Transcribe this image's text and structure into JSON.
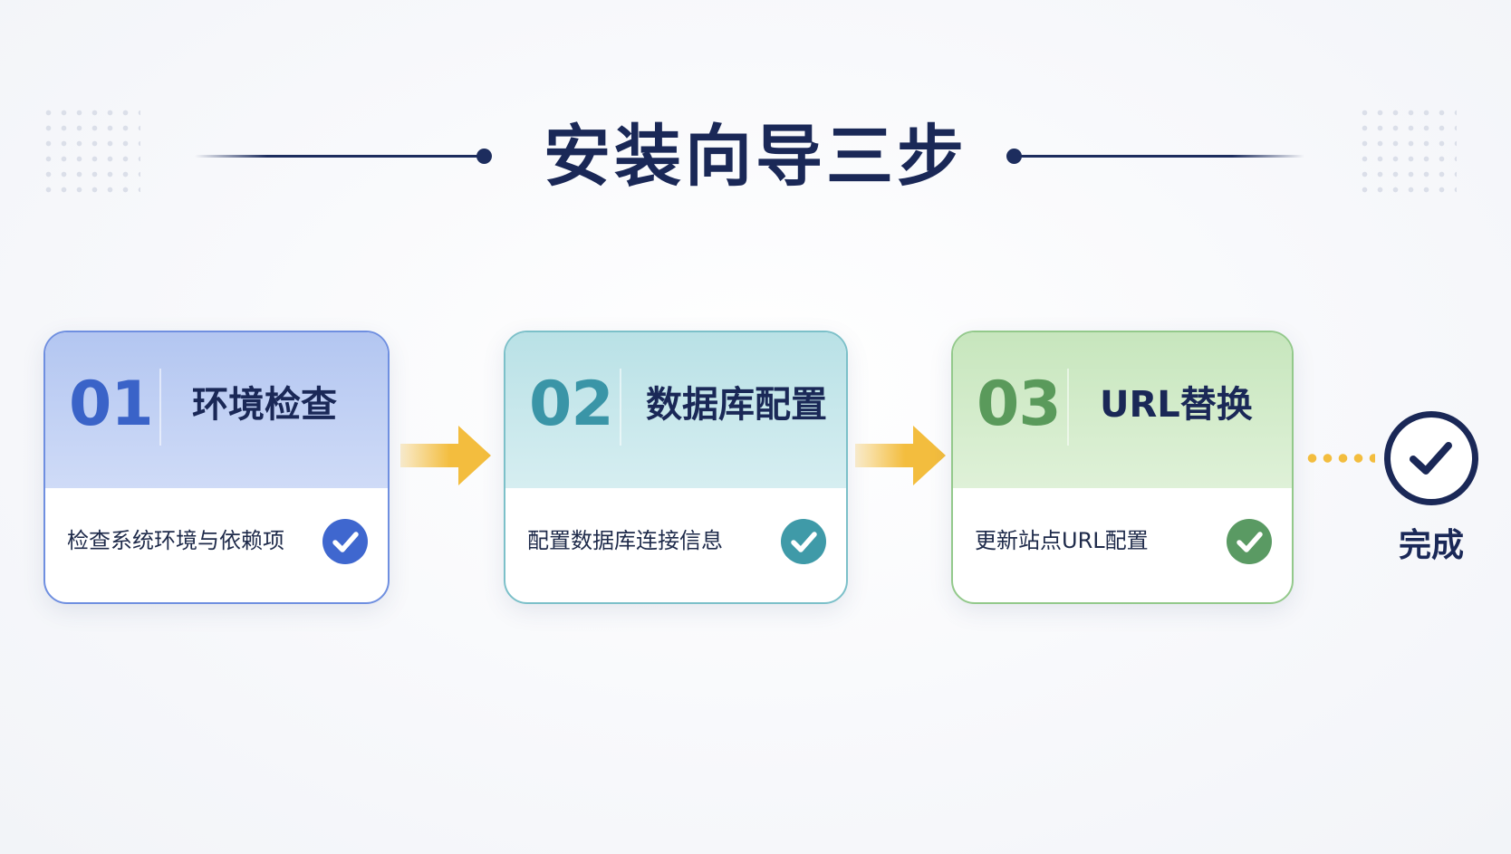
{
  "title": "安装向导三步",
  "steps": [
    {
      "number": "01",
      "label": "环境检查",
      "description": "检查系统环境与依赖项",
      "color": "#3a63c8",
      "icon": "check-circle-icon"
    },
    {
      "number": "02",
      "label": "数据库配置",
      "description": "配置数据库连接信息",
      "color": "#3a95a7",
      "icon": "check-circle-icon"
    },
    {
      "number": "03",
      "label": "URL替换",
      "description": "更新站点URL配置",
      "color": "#5a9a5b",
      "icon": "check-circle-icon"
    }
  ],
  "connector": {
    "arrow_color": "#f3bd3e",
    "icon": "arrow-right-icon"
  },
  "done": {
    "label": "完成",
    "icon": "check-circle-icon",
    "color": "#1a2857"
  }
}
